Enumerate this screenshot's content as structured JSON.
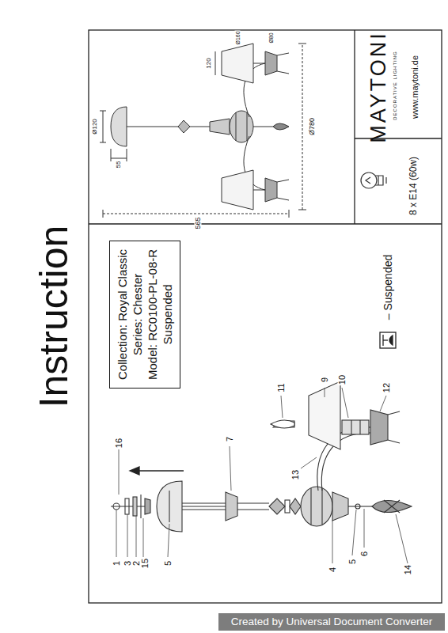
{
  "diagram": {
    "title": "Instruction",
    "nodes": [
      {
        "text": [
          "Collection: Royal Classic",
          "Series: Chester",
          "Model: RC0100-PL-08-R",
          "Suspended"
        ]
      }
    ],
    "labels": [
      "MAYTONI",
      "DECORATIVE LIGHTING",
      "www.maytoni.de",
      "8 x E14 (60w)",
      "– Suspended",
      "Ø120",
      "55",
      "120",
      "Ø160",
      "Ø80",
      "565",
      "Ø780",
      "16",
      "7",
      "11",
      "9",
      "10",
      "12",
      "1",
      "3",
      "2",
      "15",
      "5",
      "13",
      "4",
      "5",
      "6",
      "14",
      "Created by Universal Document Converter"
    ]
  }
}
